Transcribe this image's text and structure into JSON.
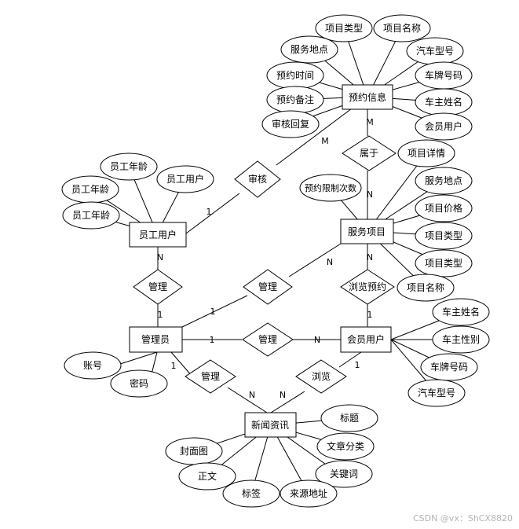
{
  "entities": {
    "yuyue_xinxi": "预约信息",
    "yuangong_yonghu": "员工用户",
    "fuwu_xiangmu": "服务项目",
    "guanliyuan": "管理员",
    "huiyuan_yonghu": "会员用户",
    "xinwen_zixun": "新闻资讯"
  },
  "relationships": {
    "shenhe": "审核",
    "shuyu": "属于",
    "guanli_staff": "管理",
    "guanli_service": "管理",
    "guanli_member": "管理",
    "liulan_yuyue": "浏览预约",
    "guanli_news": "管理",
    "liulan_news": "浏览"
  },
  "attributes": {
    "yuyue_xinxi": [
      "项目类型",
      "项目名称",
      "服务地点",
      "汽车型号",
      "预约时间",
      "车牌号码",
      "预约备注",
      "车主姓名",
      "审核回复",
      "会员用户"
    ],
    "yuangong_yonghu": [
      "员工年龄",
      "员工年龄",
      "员工用户",
      "员工年龄"
    ],
    "fuwu_xiangmu": [
      "项目详情",
      "预约限制次数",
      "服务地点",
      "项目价格",
      "项目类型",
      "项目类型",
      "项目名称"
    ],
    "huiyuan_yonghu": [
      "车主姓名",
      "车主性别",
      "车牌号码",
      "汽车型号"
    ],
    "guanliyuan": [
      "账号",
      "密码"
    ],
    "xinwen_zixun": [
      "标题",
      "封面图",
      "文章分类",
      "关键词",
      "正文",
      "标签",
      "来源地址"
    ]
  },
  "cardinalities": {
    "shenhe_staff": "1",
    "shenhe_booking": "M",
    "shuyu_booking": "M",
    "shuyu_service": "N",
    "guanli_staff_staff": "N",
    "guanli_staff_admin": "1",
    "guanli_service_admin": "1",
    "guanli_service_service": "N",
    "liulan_yuyue_service": "N",
    "liulan_yuyue_member": "1",
    "guanli_member_admin": "1",
    "guanli_member_member": "N",
    "guanli_news_admin": "1",
    "guanli_news_news": "N",
    "liulan_news_member": "1",
    "liulan_news_news": "N"
  },
  "watermark": "CSDN @vx：ShCX8820"
}
